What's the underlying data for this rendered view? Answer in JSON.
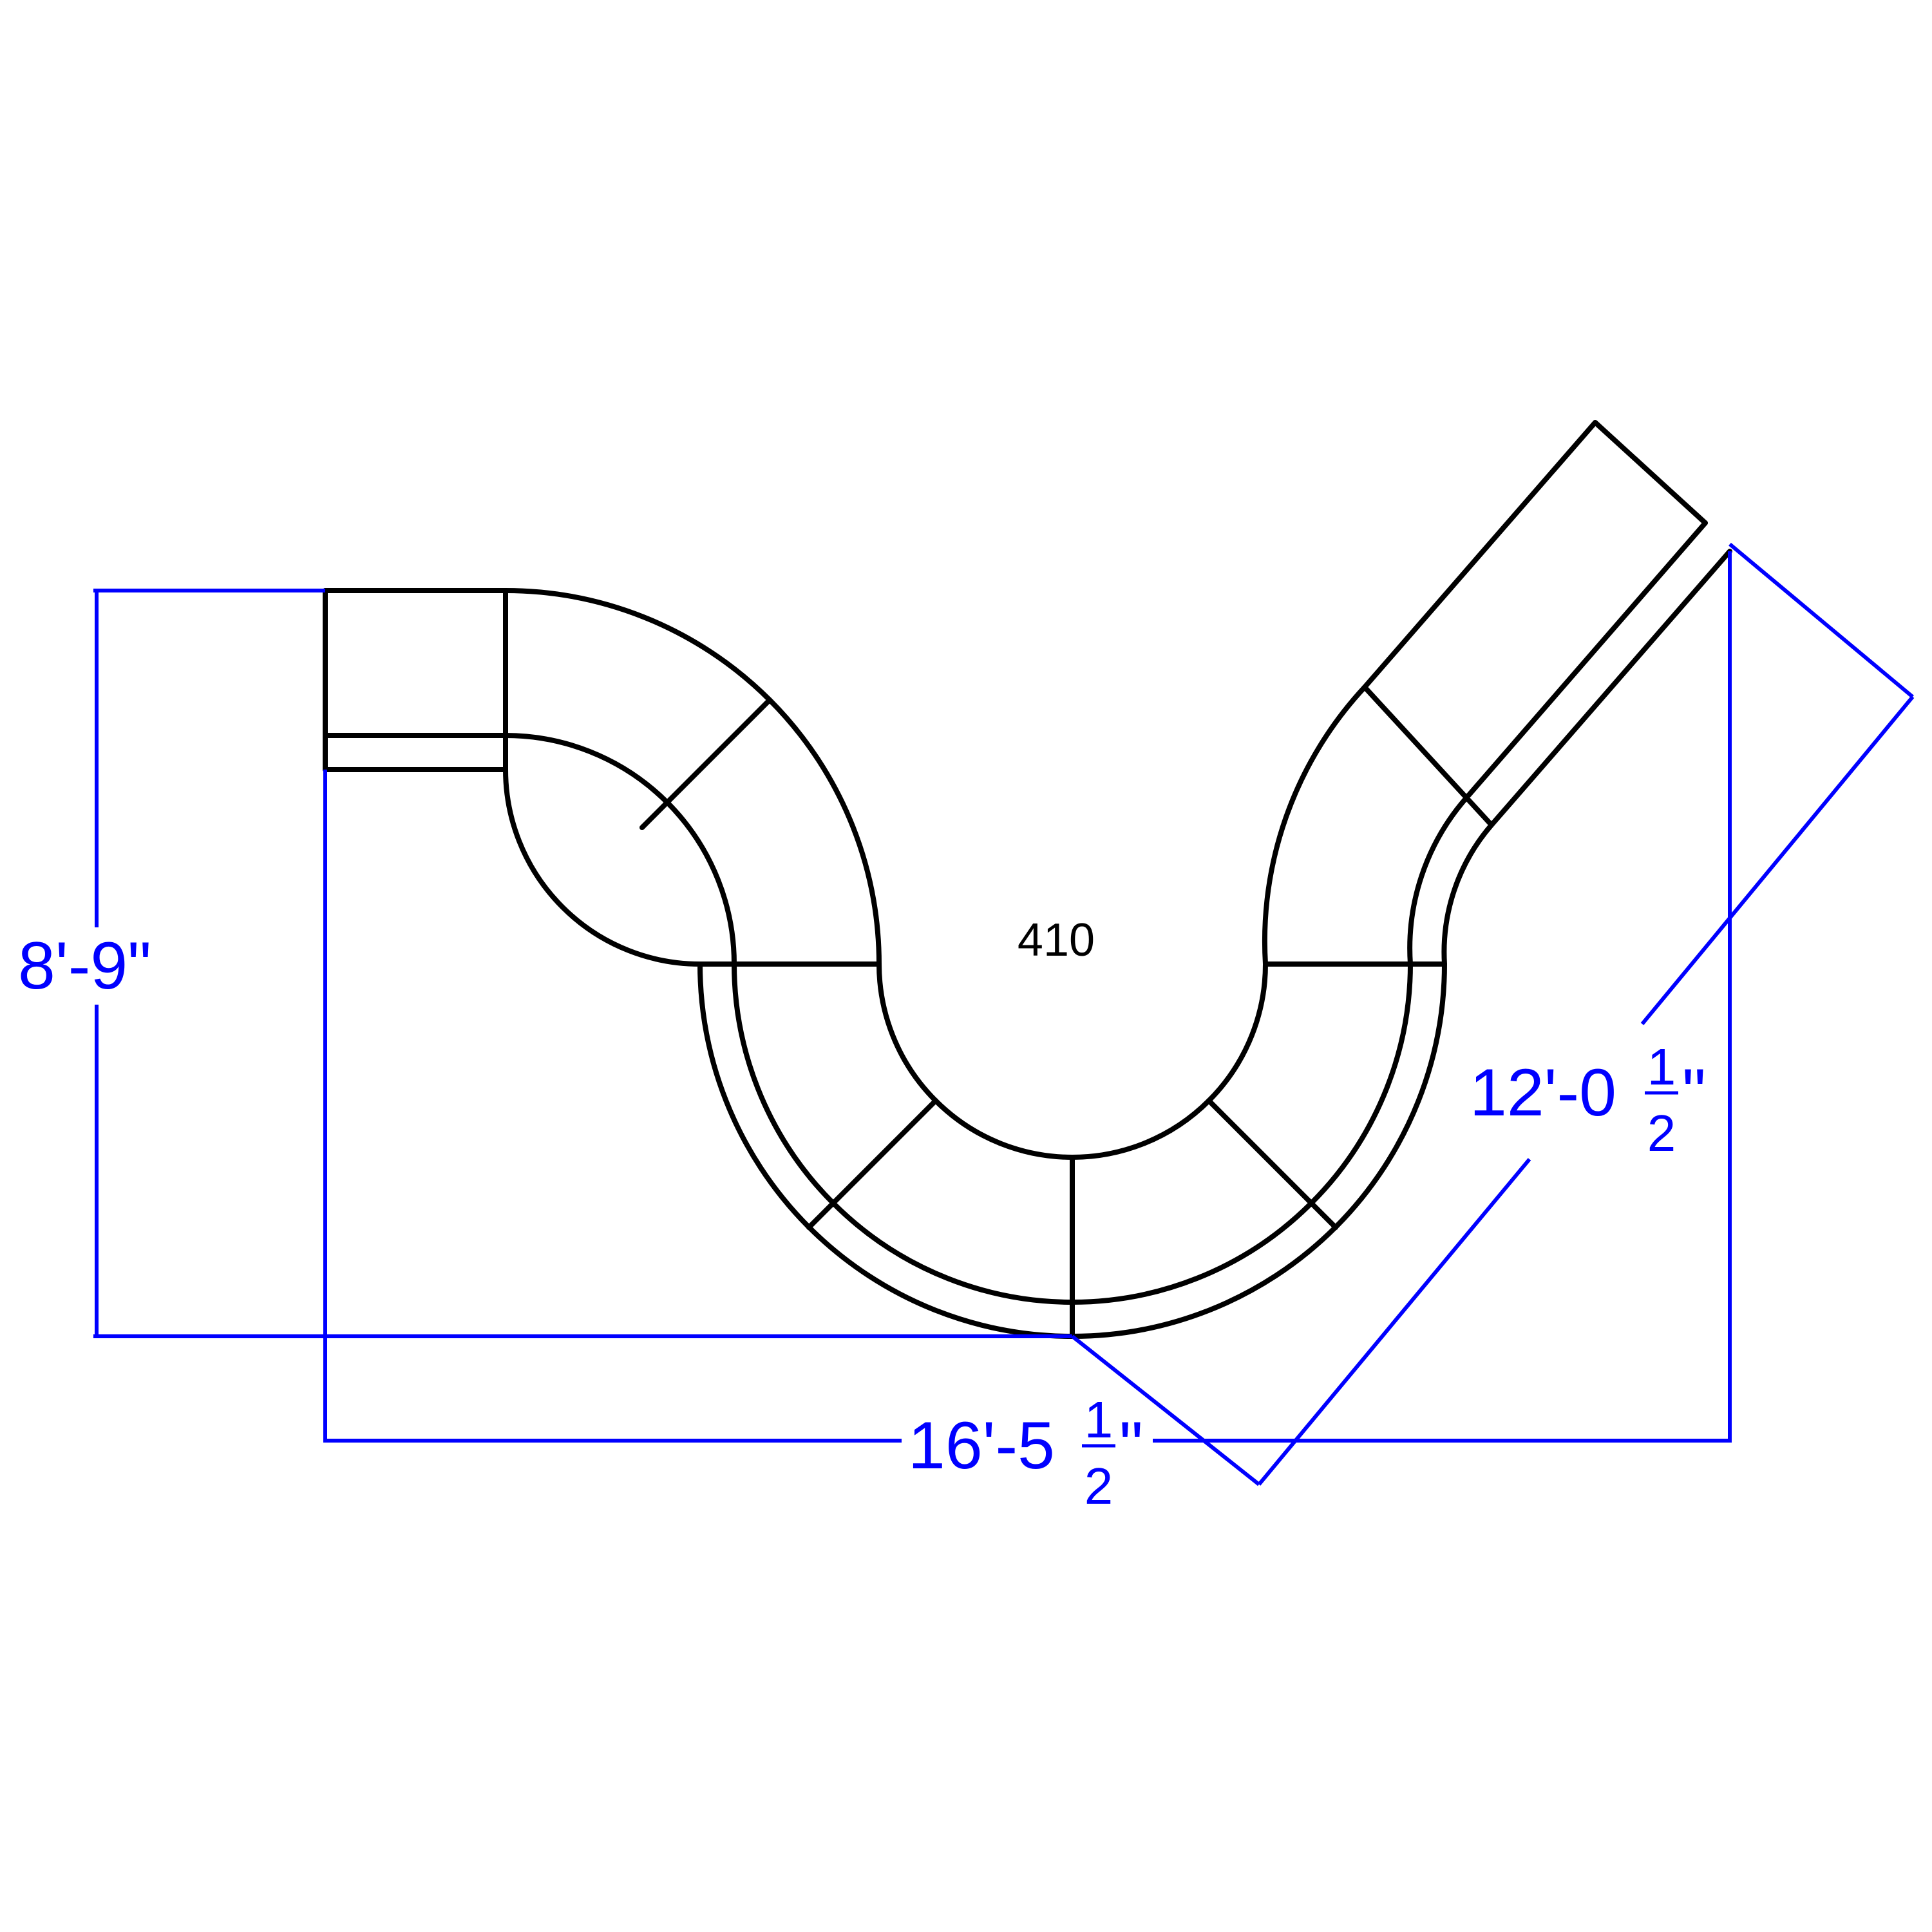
{
  "model_label": "410",
  "colors": {
    "outline": "#000000",
    "dimension": "#0000ff",
    "background": "#ffffff"
  },
  "dimensions": {
    "height": {
      "whole": "8'-9\""
    },
    "width": {
      "whole": "16'-5",
      "numerator": "1",
      "denominator": "2",
      "suffix": "\""
    },
    "diagonal": {
      "whole": "12'-0",
      "numerator": "1",
      "denominator": "2",
      "suffix": "\""
    }
  }
}
